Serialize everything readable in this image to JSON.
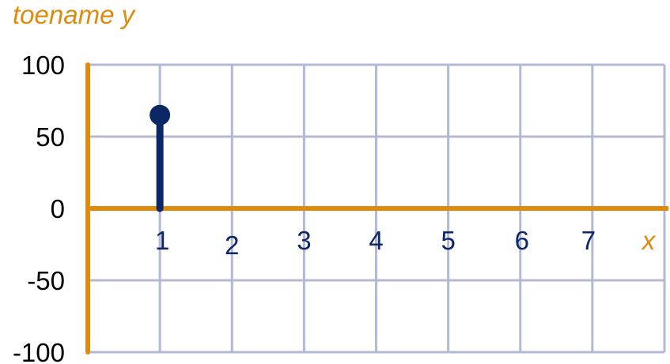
{
  "chart_data": {
    "type": "stem",
    "title": "",
    "xlabel": "x",
    "ylabel": "toename y",
    "xlim": [
      0,
      8
    ],
    "ylim": [
      -100,
      100
    ],
    "x_ticks": [
      1,
      2,
      3,
      4,
      5,
      6,
      7
    ],
    "x_tick_labels": [
      "1",
      "2",
      "3",
      "4",
      "5",
      "6",
      "7"
    ],
    "y_ticks": [
      100,
      50,
      0,
      -50,
      -100
    ],
    "y_tick_labels": [
      "100",
      "50",
      "0",
      "-50",
      "-100"
    ],
    "grid": true,
    "series": [
      {
        "x": [
          1
        ],
        "values": [
          65
        ]
      }
    ]
  },
  "colors": {
    "axis": "#E08A0B",
    "grid": "#B3B9D4",
    "series": "#0C2766",
    "ytick_text": "#000000",
    "xtick_text": "#0C2766",
    "axis_title": "#E08A0B"
  }
}
